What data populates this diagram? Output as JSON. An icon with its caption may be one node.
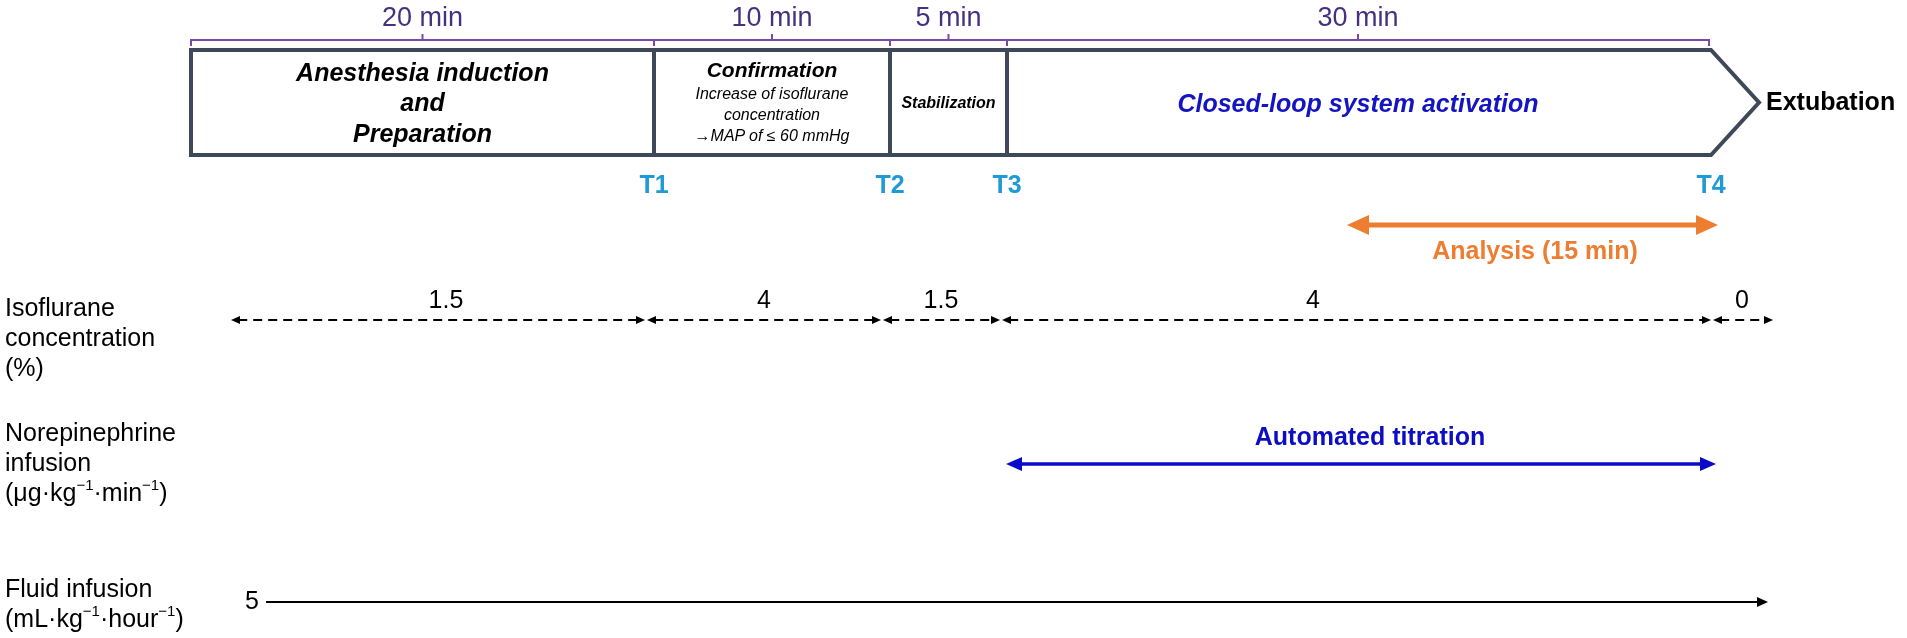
{
  "diagram": {
    "nodes": [
      {
        "text": [
          "Anesthesia induction and Preparation"
        ],
        "beside": [
          "20 min"
        ]
      },
      {
        "text": [
          "Confirmation",
          "Increase of isoflurane concentration →MAP of ≤ 60 mmHg"
        ],
        "beside": [
          "10 min"
        ]
      },
      {
        "text": [
          "Stabilization"
        ],
        "beside": [
          "5 min"
        ]
      },
      {
        "text": [
          "Closed-loop system activation"
        ],
        "beside": [
          "30 min"
        ]
      }
    ],
    "labels": [
      "Extubation",
      "T1",
      "T2",
      "T3",
      "T4",
      "Analysis (15 min)",
      "Isoflurane concentration (%)",
      "1.5",
      "4",
      "1.5",
      "4",
      "0",
      "Norepinephrine infusion (μg·kg$^{−1}$·min$^{−1}$)",
      "Automated titration",
      "Fluid infusion (mL·kg$^{−1}$·hour$^{−1}$)",
      "5"
    ]
  }
}
